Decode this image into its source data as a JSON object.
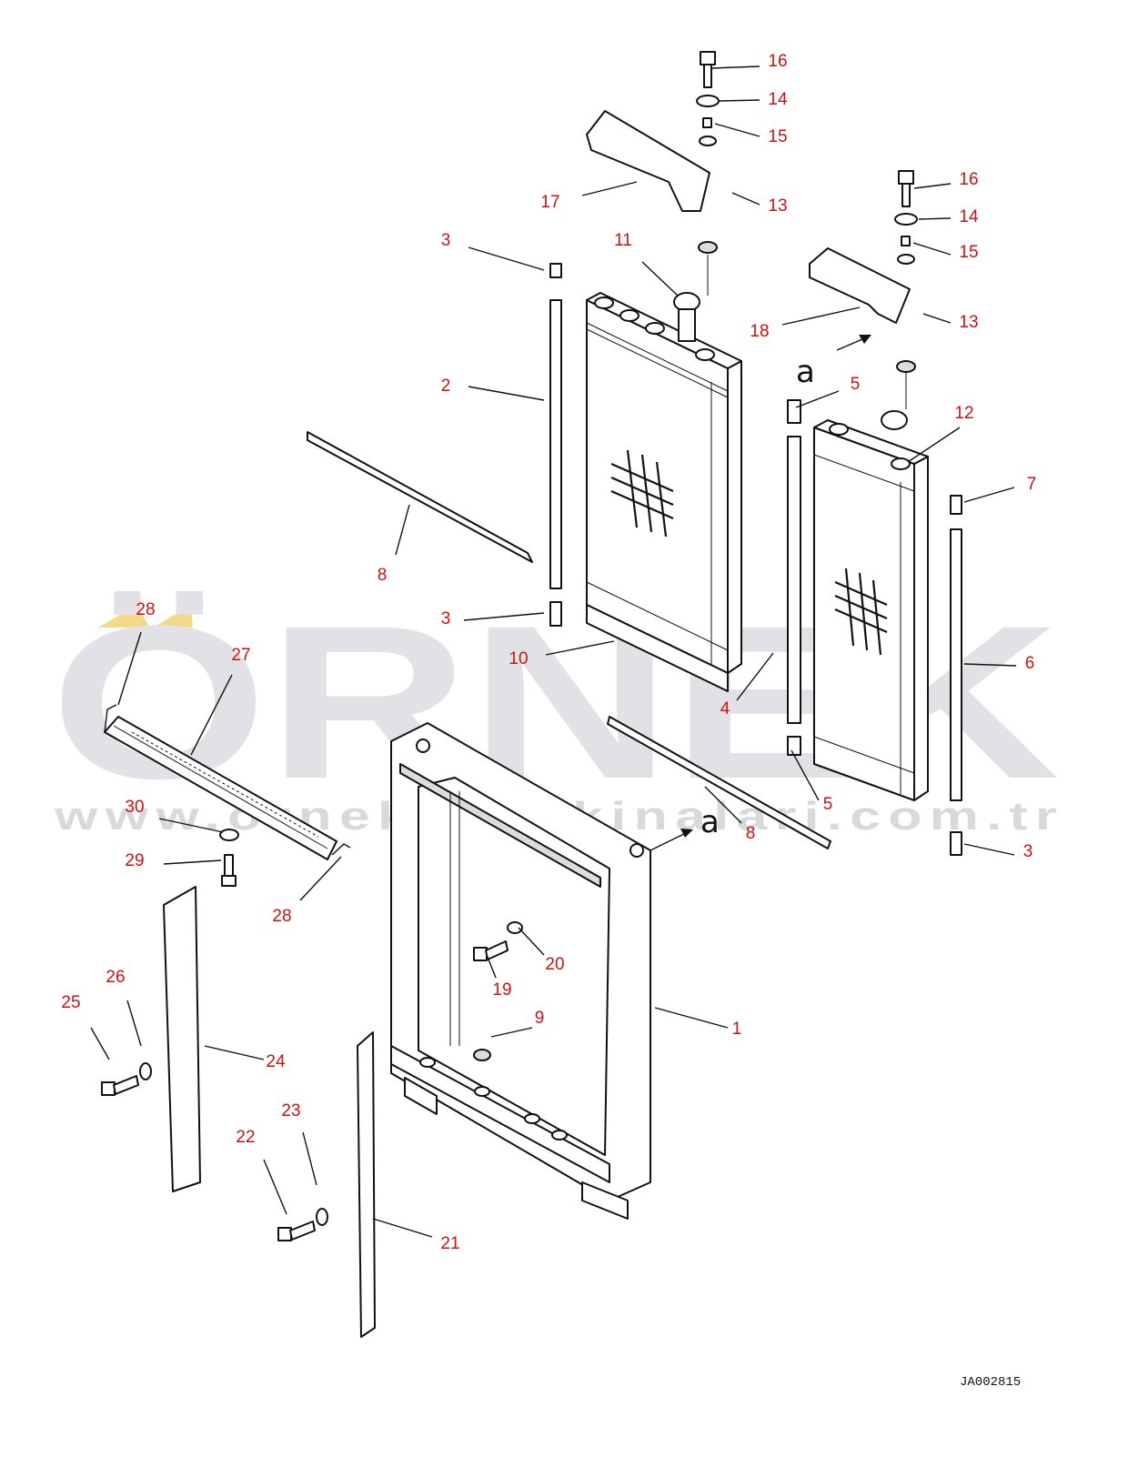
{
  "diagram": {
    "drawing_code": "JA002815",
    "view_marker": "a",
    "part_labels": [
      "1",
      "2",
      "3",
      "4",
      "5",
      "6",
      "7",
      "8",
      "9",
      "10",
      "11",
      "12",
      "13",
      "14",
      "15",
      "16",
      "17",
      "18",
      "19",
      "20",
      "21",
      "22",
      "23",
      "24",
      "25",
      "26",
      "27",
      "28",
      "29",
      "30"
    ]
  },
  "watermark": {
    "brand": "ÖRNEK",
    "url": "www.ornekismakinalari.com.tr",
    "color": "#e2e2e6",
    "accent": "#f5d98a"
  },
  "colors": {
    "label": "#cc1111",
    "line": "#111111"
  }
}
